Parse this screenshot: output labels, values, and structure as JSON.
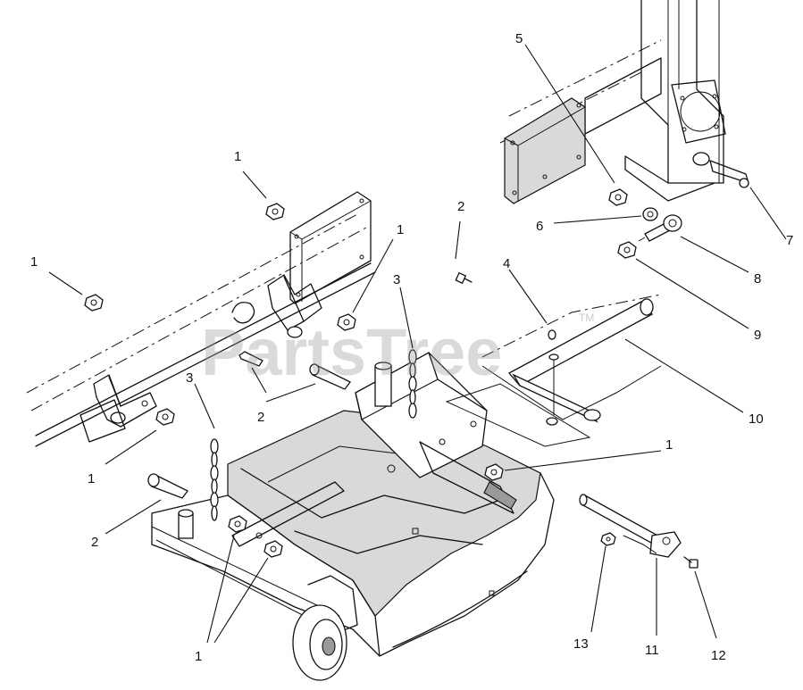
{
  "watermark": {
    "text": "PartsTree",
    "trademark": "TM"
  },
  "callouts": [
    {
      "id": "c1a",
      "label": "1"
    },
    {
      "id": "c1b",
      "label": "1"
    },
    {
      "id": "c1c",
      "label": "1"
    },
    {
      "id": "c1d",
      "label": "1"
    },
    {
      "id": "c1e",
      "label": "1"
    },
    {
      "id": "c1f",
      "label": "1"
    },
    {
      "id": "c2a",
      "label": "2"
    },
    {
      "id": "c2b",
      "label": "2"
    },
    {
      "id": "c2c",
      "label": "2"
    },
    {
      "id": "c3a",
      "label": "3"
    },
    {
      "id": "c3b",
      "label": "3"
    },
    {
      "id": "c4",
      "label": "4"
    },
    {
      "id": "c5",
      "label": "5"
    },
    {
      "id": "c6",
      "label": "6"
    },
    {
      "id": "c7",
      "label": "7"
    },
    {
      "id": "c8",
      "label": "8"
    },
    {
      "id": "c9",
      "label": "9"
    },
    {
      "id": "c10",
      "label": "10"
    },
    {
      "id": "c11",
      "label": "11"
    },
    {
      "id": "c12",
      "label": "12"
    },
    {
      "id": "c13",
      "label": "13"
    }
  ]
}
